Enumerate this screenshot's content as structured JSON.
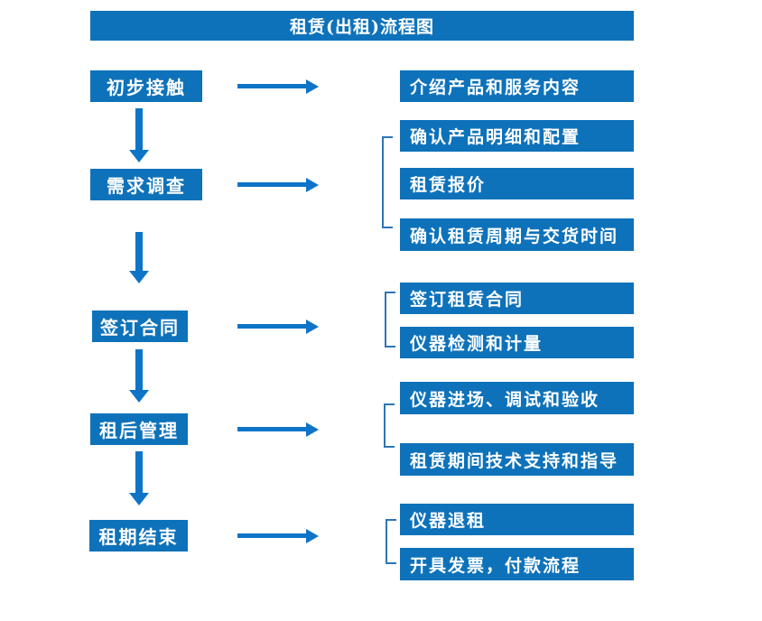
{
  "title": "租赁(出租)流程图",
  "colors": {
    "box_blue": "#0E72BA",
    "arrow_blue": "#0E74C8",
    "bracket_blue": "#2E75B6",
    "text_color": "#FFFFFF",
    "background": "#FFFFFF"
  },
  "steps": [
    {
      "label": "初步接触",
      "details": [
        "介绍产品和服务内容"
      ]
    },
    {
      "label": "需求调查",
      "details": [
        "确认产品明细和配置",
        "租赁报价",
        "确认租赁周期与交货时间"
      ]
    },
    {
      "label": "签订合同",
      "details": [
        "签订租赁合同",
        "仪器检测和计量"
      ]
    },
    {
      "label": "租后管理",
      "details": [
        "仪器进场、调试和验收",
        "租赁期间技术支持和指导"
      ]
    },
    {
      "label": "租期结束",
      "details": [
        "仪器退租",
        "开具发票，付款流程"
      ]
    }
  ]
}
